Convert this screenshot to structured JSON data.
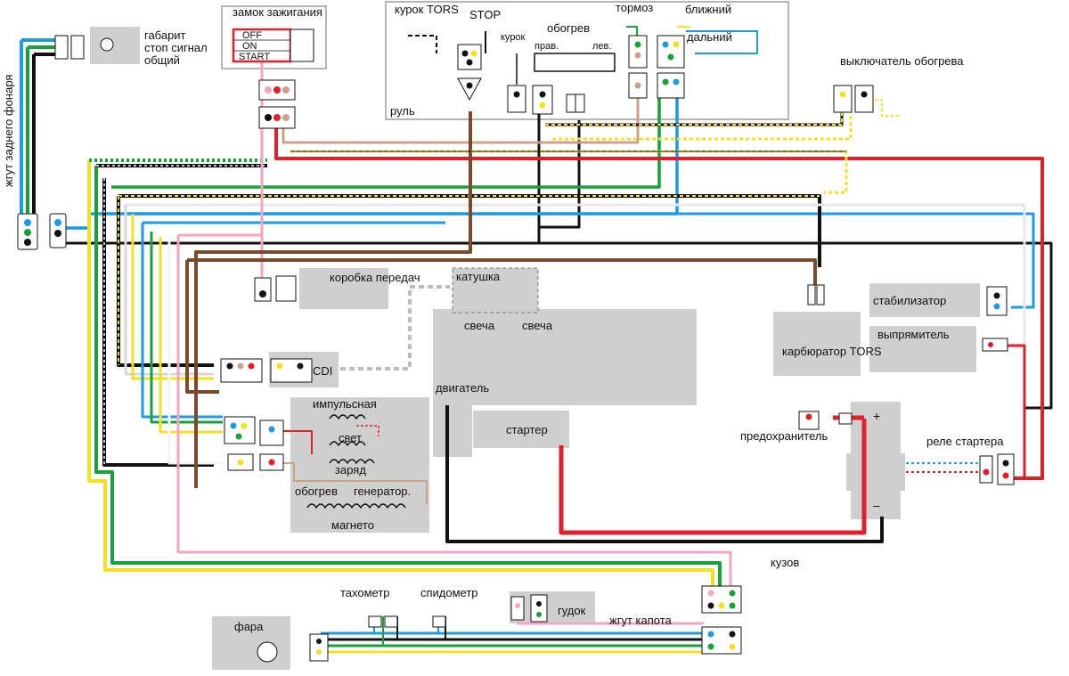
{
  "labels": {
    "ignition": "замок зажигания",
    "ign_off": "OFF",
    "ign_on": "ON",
    "ign_start": "START",
    "tail_harness": "жгут заднего фонаря",
    "tail_lamp": "габарит",
    "stop_signal": "стоп сигнал",
    "common": "общий",
    "trigger_tors": "курок TORS",
    "stop": "STOP",
    "trigger": "курок",
    "heating": "обогрев",
    "right": "прав.",
    "left": "лев.",
    "handlebar": "руль",
    "brake": "тормоз",
    "low_beam": "ближний",
    "high_beam": "дальний",
    "heat_switch": "выключатель обогрева",
    "gearbox": "коробка передач",
    "coil": "катушка",
    "spark1": "свеча",
    "spark2": "свеча",
    "cdi": "CDI",
    "engine": "двигатель",
    "starter": "стартер",
    "pulse": "импульсная",
    "light": "свет",
    "charge": "заряд",
    "heating2": "обогрев",
    "generator": "генератор.",
    "magneto": "магнето",
    "carb_tors": "карбюратор TORS",
    "stabilizer": "стабилизатор",
    "rectifier": "выпрямитель",
    "fuse": "предохранитель",
    "starter_relay": "реле стартера",
    "plus": "+",
    "minus": "–",
    "body_ground": "кузов",
    "tachometer": "тахометр",
    "speedometer": "спидометр",
    "horn": "гудок",
    "hood_harness": "жгут капота",
    "headlight": "фара"
  },
  "colors": {
    "blue": "#1e9ae0",
    "red": "#e0202a",
    "yellow": "#f2e024",
    "green": "#18a03a",
    "black": "#111111",
    "brown": "#7a4a2a",
    "pink": "#f2a6c0",
    "white": "#f4f4f4",
    "gray": "#bdbdbd",
    "tan": "#c9a28a"
  }
}
